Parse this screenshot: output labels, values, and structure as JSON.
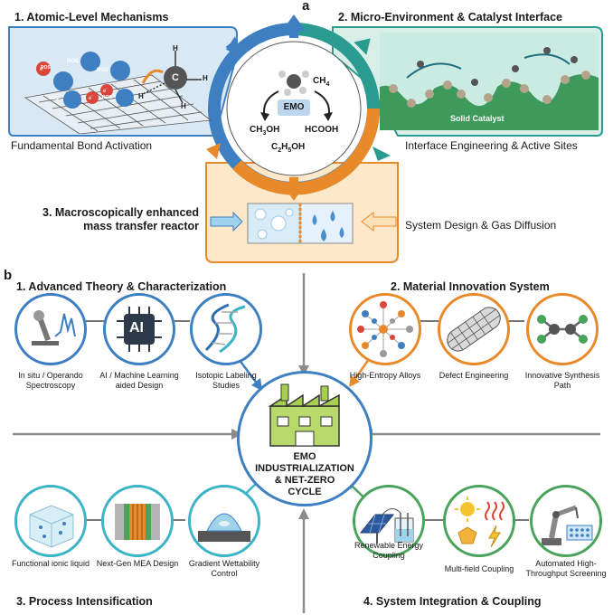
{
  "panel_a": {
    "letter": "a",
    "box1": {
      "title": "1. Atomic-Level Mechanisms",
      "subtitle": "Fundamental Bond Activation"
    },
    "box2": {
      "title": "2. Micro-Environment & Catalyst Interface",
      "subtitle": "Interface Engineering & Active Sites",
      "catalyst_label": "Solid Catalyst"
    },
    "box3": {
      "title_line1": "3. Macroscopically enhanced",
      "title_line2": "mass transfer reactor",
      "subtitle": "System Design & Gas Diffusion"
    },
    "hub": {
      "ch4": "CH",
      "ch4_sub": "4",
      "emo": "EMO",
      "ch3oh": "CH",
      "ch3oh_sub": "3",
      "ch3oh_tail": "OH",
      "hcooh": "HCOOH",
      "c2h5oh": "C",
      "c2h5oh_sub": "2",
      "c2h5oh_tail": "H",
      "c2h5oh_sub2": "5",
      "c2h5oh_tail2": "OH"
    },
    "atomic": {
      "ros": "ROS",
      "electron": "e",
      "electron_sup": "-",
      "carbon": "C",
      "hydrogen": "H"
    }
  },
  "panel_b": {
    "letter": "b",
    "center": {
      "line1": "EMO",
      "line2": "INDUSTRIALIZATION",
      "line3": "& NET-ZERO",
      "line4": "CYCLE"
    },
    "q1": {
      "title": "1. Advanced Theory & Characterization",
      "items": [
        {
          "caption": "In situ / Operando Spectroscopy"
        },
        {
          "caption": "AI / Machine Learning aided Design",
          "icon_text": "AI"
        },
        {
          "caption": "Isotopic Labeling Studies"
        }
      ]
    },
    "q2": {
      "title": "2. Material Innovation System",
      "items": [
        {
          "caption": "High-Entropy Alloys"
        },
        {
          "caption": "Defect Engineering"
        },
        {
          "caption": "Innovative Synthesis Path"
        }
      ]
    },
    "q3": {
      "title": "3. Process Intensification",
      "items": [
        {
          "caption": "Functional ionic liquid"
        },
        {
          "caption": "Next-Gen MEA Design"
        },
        {
          "caption": "Gradient Wettability Control"
        }
      ]
    },
    "q4": {
      "title": "4. System Integration & Coupling",
      "items": [
        {
          "caption": "Renewable Energy Coupling"
        },
        {
          "caption": "Multi-field Coupling"
        },
        {
          "caption": "Automated High-Throughput Screening"
        }
      ]
    }
  },
  "colors": {
    "blue": "#3d7fc1",
    "teal": "#2a9b8f",
    "orange": "#e8892a",
    "green": "#4aa35a",
    "gray": "#8c8c8c",
    "lightblue_bg": "#d9e8f5",
    "lightteal_bg": "#d8efe8",
    "lightorange_bg": "#fde9c9"
  }
}
